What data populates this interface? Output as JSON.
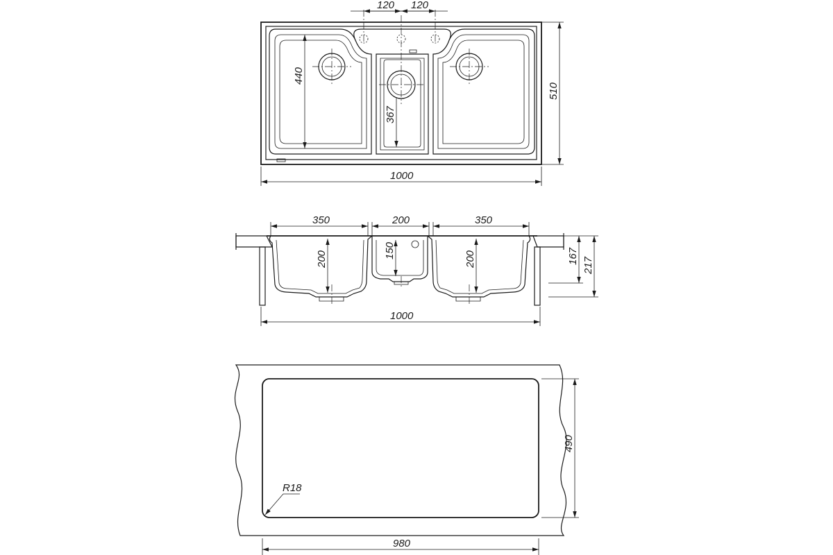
{
  "top_view": {
    "dims": {
      "tap_left": "120",
      "tap_right": "120",
      "overall_width": "1000",
      "overall_depth": "510",
      "main_bowl_depth": "440",
      "center_bowl_depth": "367"
    }
  },
  "side_view": {
    "dims": {
      "left_bowl_width": "350",
      "center_bowl_width": "200",
      "right_bowl_width": "350",
      "left_bowl_height": "200",
      "center_bowl_height": "150",
      "right_bowl_height": "200",
      "height_167": "167",
      "height_217": "217",
      "overall_width": "1000"
    }
  },
  "cutout_view": {
    "dims": {
      "cutout_height": "490",
      "corner_radius": "R18",
      "cutout_width": "980"
    }
  }
}
